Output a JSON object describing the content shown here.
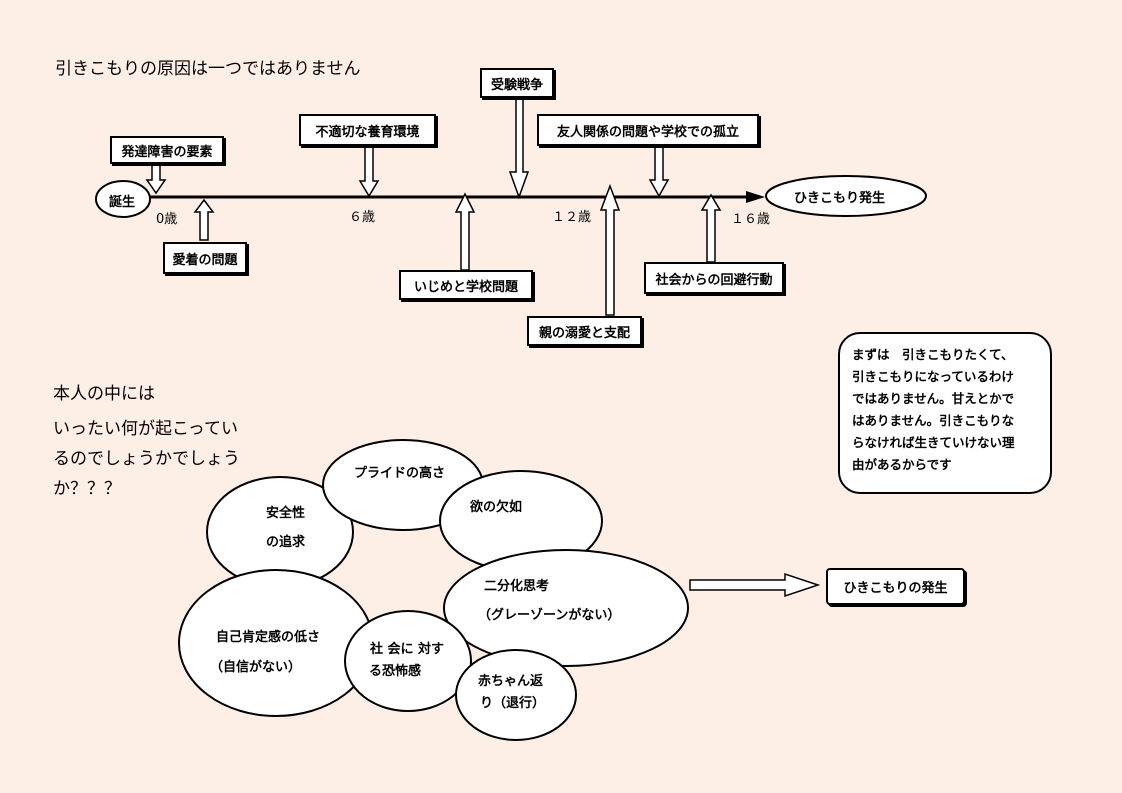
{
  "timeline": {
    "title": "引きこもりの原因は一つではありません",
    "start_label": "誕生",
    "end_label": "ひきこもり発生",
    "ages": [
      "0歳",
      "６歳",
      "１２歳",
      "１６歳"
    ],
    "causes_above": [
      "発達障害の要素",
      "不適切な養育環境",
      "受験戦争",
      "友人関係の問題や学校での孤立"
    ],
    "causes_below": [
      "愛着の問題",
      "いじめと学校問題",
      "親の溺愛と支配",
      "社会からの回避行動"
    ]
  },
  "inner": {
    "heading": "本人の中には",
    "question_lines": [
      "いったい何が起こってい",
      "るのでしょうかでしょう",
      "か？？？"
    ],
    "bubbles": {
      "safety": [
        "安全性",
        "の追求"
      ],
      "pride": "プライドの高さ",
      "desire": "欲の欠如",
      "dichotomy": [
        "二分化思考",
        "（グレーゾーンがない）"
      ],
      "self_esteem": [
        "自己肯定感の低さ",
        "（自信がない）"
      ],
      "social_fear": [
        "社 会に 対す",
        "る恐怖感"
      ],
      "regression": [
        "赤ちゃん返",
        "り（退行）"
      ]
    },
    "result_label": "ひきこもりの発生"
  },
  "note": {
    "text": "まずは　引きこもりたくて、\n引きこもりになっているわけ\nではありません。甘えとかで\nはありません。引きこもりな\nらなければ生きていけない理\n由があるからです"
  }
}
